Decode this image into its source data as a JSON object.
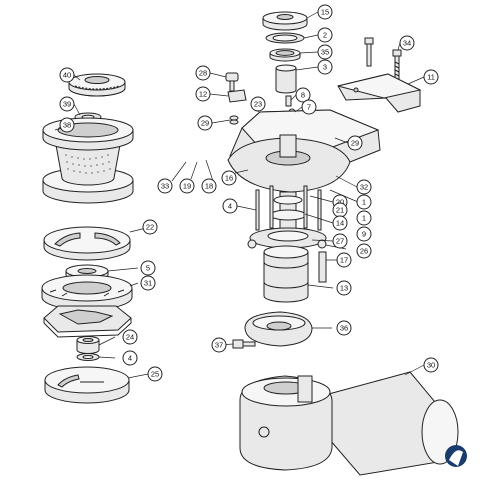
{
  "diagram": {
    "callouts": [
      {
        "id": "15",
        "label": "15"
      },
      {
        "id": "2",
        "label": "2"
      },
      {
        "id": "35",
        "label": "35"
      },
      {
        "id": "3",
        "label": "3"
      },
      {
        "id": "34",
        "label": "34"
      },
      {
        "id": "11",
        "label": "11"
      },
      {
        "id": "28",
        "label": "28"
      },
      {
        "id": "12",
        "label": "12"
      },
      {
        "id": "23",
        "label": "23"
      },
      {
        "id": "8",
        "label": "8"
      },
      {
        "id": "7",
        "label": "7"
      },
      {
        "id": "29a",
        "label": "29"
      },
      {
        "id": "29b",
        "label": "29"
      },
      {
        "id": "40",
        "label": "40"
      },
      {
        "id": "39",
        "label": "39"
      },
      {
        "id": "38",
        "label": "38"
      },
      {
        "id": "33",
        "label": "33"
      },
      {
        "id": "19",
        "label": "19"
      },
      {
        "id": "18",
        "label": "18"
      },
      {
        "id": "16",
        "label": "16"
      },
      {
        "id": "32",
        "label": "32"
      },
      {
        "id": "1a",
        "label": "1"
      },
      {
        "id": "20",
        "label": "20"
      },
      {
        "id": "4a",
        "label": "4"
      },
      {
        "id": "21",
        "label": "21"
      },
      {
        "id": "14",
        "label": "14"
      },
      {
        "id": "1b",
        "label": "1"
      },
      {
        "id": "9",
        "label": "9"
      },
      {
        "id": "27",
        "label": "27"
      },
      {
        "id": "26",
        "label": "26"
      },
      {
        "id": "17",
        "label": "17"
      },
      {
        "id": "22",
        "label": "22"
      },
      {
        "id": "5",
        "label": "5"
      },
      {
        "id": "31",
        "label": "31"
      },
      {
        "id": "13",
        "label": "13"
      },
      {
        "id": "36",
        "label": "36"
      },
      {
        "id": "24",
        "label": "24"
      },
      {
        "id": "37",
        "label": "37"
      },
      {
        "id": "4b",
        "label": "4"
      },
      {
        "id": "30",
        "label": "30"
      },
      {
        "id": "25",
        "label": "25"
      }
    ]
  }
}
